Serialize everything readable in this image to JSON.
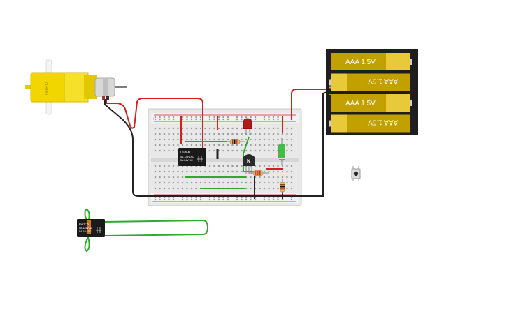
{
  "motor": {
    "label": "0RPM"
  },
  "battery_pack": {
    "cells": [
      {
        "label": "AAA 1.5V",
        "flipped": false
      },
      {
        "label": "AAA 1.5V",
        "flipped": true
      },
      {
        "label": "AAA 1.5V",
        "flipped": false
      },
      {
        "label": "AAA 1.5V",
        "flipped": true
      }
    ],
    "terminal_plus": "+",
    "terminal_minus": "−"
  },
  "transistor": {
    "label": "N"
  },
  "relay_main": {
    "line1": "LU-5-R",
    "line2": "5A 125V AC",
    "line3": "5A 24V DC"
  },
  "relay_floating": {
    "line1": "LU-5-R",
    "line2": "5A 125V AC",
    "line3": "5A 24V DC"
  },
  "breadboard": {
    "rail_plus": "+",
    "rail_minus": "−"
  },
  "colors": {
    "wire_red": "#d21f1f",
    "wire_black": "#222222",
    "wire_green": "#2faa2f",
    "motor_yellow": "#f2d600",
    "battery_gold": "#c2a000",
    "breadboard": "#e9e9e9"
  }
}
